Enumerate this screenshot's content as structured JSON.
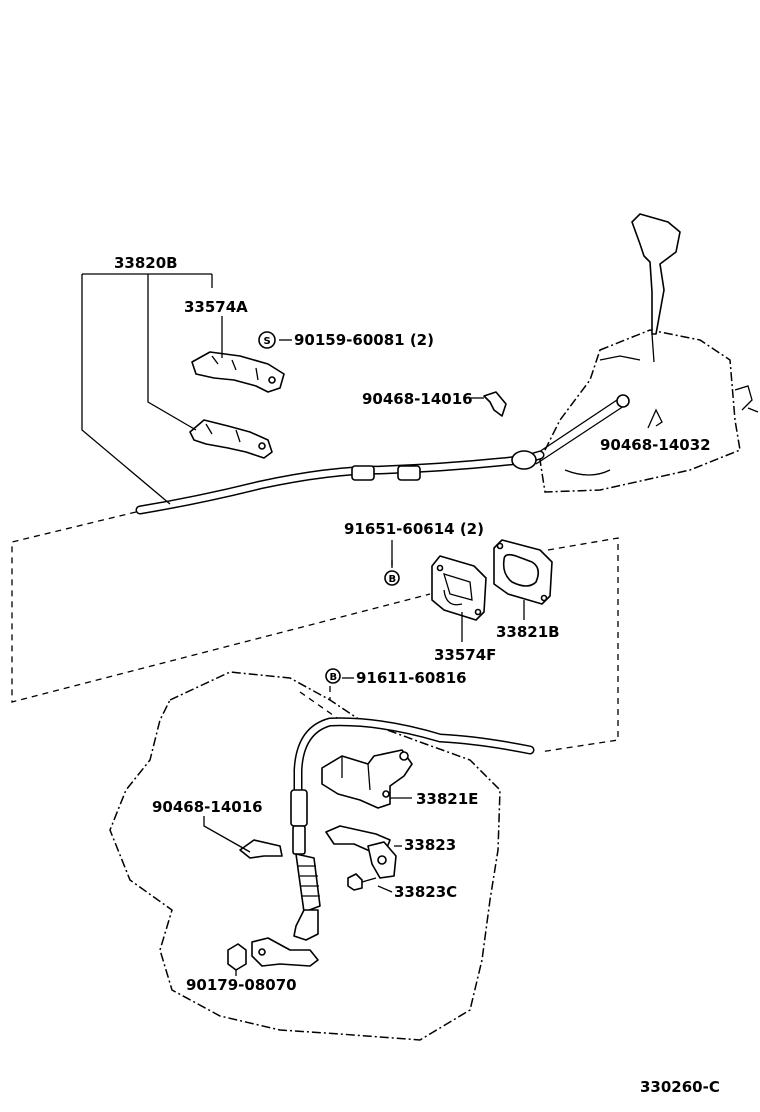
{
  "labels": {
    "cable_assy": "33820B",
    "bracket_upper": "33574A",
    "nut_upper": "90159-60081 (2)",
    "clip_upper": "90468-14016",
    "clip_shifter": "90468-14032",
    "bolt_plate": "91651-60614 (2)",
    "plate_a": "33574F",
    "plate_b": "33821B",
    "bolt_case": "91611-60816",
    "bracket_case": "33821E",
    "clip_lower": "90468-14016",
    "lever": "33823",
    "lever_bolt": "33823C",
    "nut_lower": "90179-08070",
    "diagram_code": "330260-C"
  },
  "symbols": {
    "s_mark": "S",
    "b_mark": "B"
  }
}
